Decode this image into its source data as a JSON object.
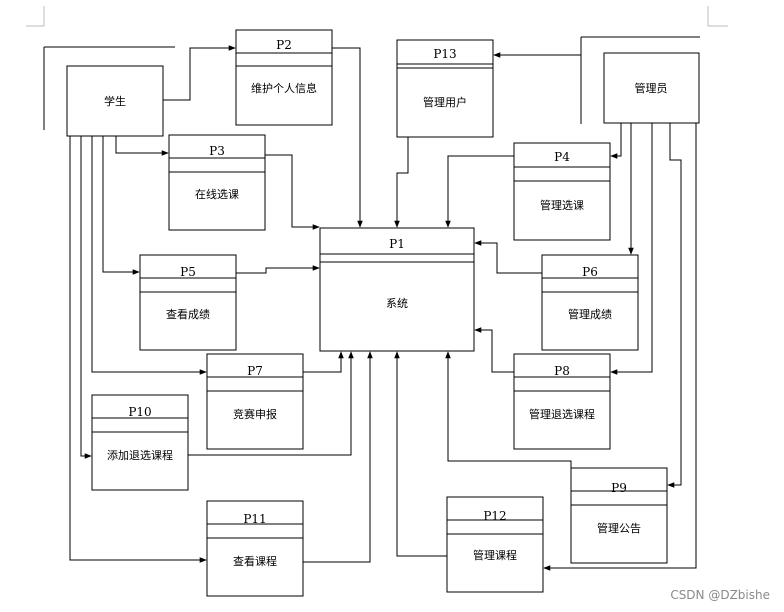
{
  "external_entities": {
    "student": {
      "label": "学生"
    },
    "admin": {
      "label": "管理员"
    }
  },
  "processes": {
    "p1": {
      "id": "P1",
      "label": "系统"
    },
    "p2": {
      "id": "P2",
      "label": "维护个人信息"
    },
    "p3": {
      "id": "P3",
      "label": "在线选课"
    },
    "p4": {
      "id": "P4",
      "label": "管理选课"
    },
    "p5": {
      "id": "P5",
      "label": "查看成绩"
    },
    "p6": {
      "id": "P6",
      "label": "管理成绩"
    },
    "p7": {
      "id": "P7",
      "label": "竞赛申报"
    },
    "p8": {
      "id": "P8",
      "label": "管理退选课程"
    },
    "p9": {
      "id": "P9",
      "label": "管理公告"
    },
    "p10": {
      "id": "P10",
      "label": "添加退选课程"
    },
    "p11": {
      "id": "P11",
      "label": "查看课程"
    },
    "p12": {
      "id": "P12",
      "label": "管理课程"
    },
    "p13": {
      "id": "P13",
      "label": "管理用户"
    }
  },
  "watermark": "CSDN @DZbishe"
}
